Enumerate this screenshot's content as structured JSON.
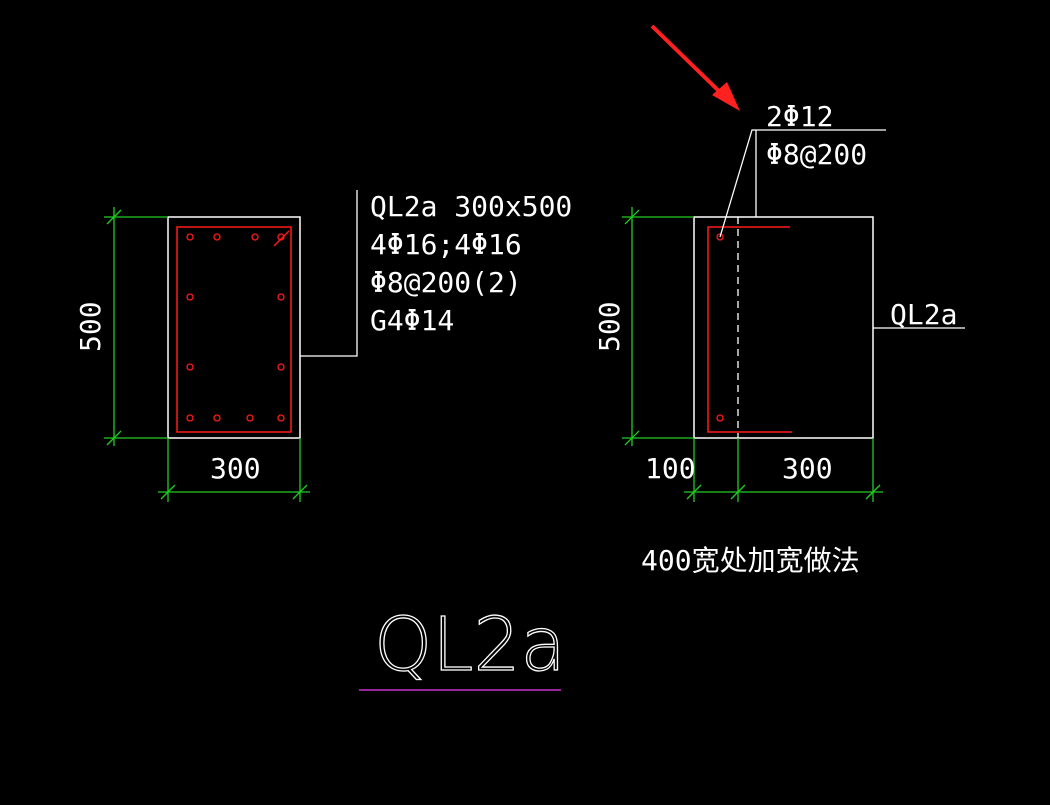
{
  "colors": {
    "background": "#000000",
    "outline": "#ffffff",
    "rebar": "#ff1a1a",
    "dimension": "#22cc22",
    "arrow": "#ff2020",
    "underline": "#cc33cc"
  },
  "left_section": {
    "label_lines": [
      "QL2a 300x500",
      "4Φ16;4Φ16",
      "Φ8@200(2)",
      "G4Φ14"
    ],
    "height_dim": "500",
    "width_dim": "300"
  },
  "right_section": {
    "callout_lines": [
      "2Φ12",
      "Φ8@200"
    ],
    "beam_label": "QL2a",
    "height_dim": "500",
    "widen_dim": "100",
    "width_dim": "300",
    "caption": "400宽处加宽做法"
  },
  "drawing_title": "QL2a"
}
